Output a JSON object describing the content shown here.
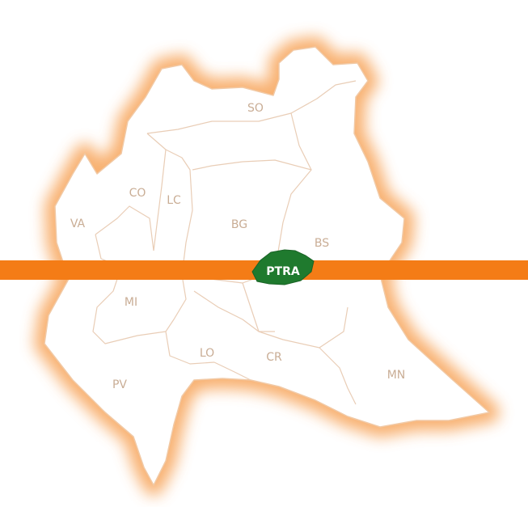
{
  "map": {
    "provinces": [
      {
        "code": "SO"
      },
      {
        "code": "CO"
      },
      {
        "code": "LC"
      },
      {
        "code": "VA"
      },
      {
        "code": "BG"
      },
      {
        "code": "BS"
      },
      {
        "code": "MI"
      },
      {
        "code": "LO"
      },
      {
        "code": "CR"
      },
      {
        "code": "PV"
      },
      {
        "code": "MN"
      }
    ],
    "highlight": {
      "label": "PTRA"
    },
    "colors": {
      "band": "#f47c16",
      "glow": "#f7a45a",
      "region_fill": "#ffffff",
      "border": "#e9cdb6",
      "label": "#c9ad95",
      "highlight_fill": "#1f7a2e"
    }
  }
}
